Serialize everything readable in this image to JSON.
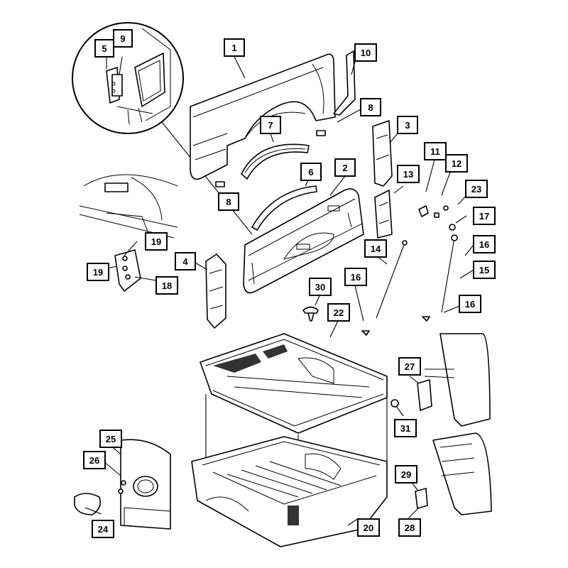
{
  "callouts": [
    {
      "id": "c1",
      "label": "1"
    },
    {
      "id": "c2",
      "label": "2"
    },
    {
      "id": "c3",
      "label": "3"
    },
    {
      "id": "c4",
      "label": "4"
    },
    {
      "id": "c5",
      "label": "5"
    },
    {
      "id": "c6",
      "label": "6"
    },
    {
      "id": "c7",
      "label": "7"
    },
    {
      "id": "c8a",
      "label": "8"
    },
    {
      "id": "c8b",
      "label": "8"
    },
    {
      "id": "c9",
      "label": "9"
    },
    {
      "id": "c10",
      "label": "10"
    },
    {
      "id": "c11",
      "label": "11"
    },
    {
      "id": "c12",
      "label": "12"
    },
    {
      "id": "c13",
      "label": "13"
    },
    {
      "id": "c14",
      "label": "14"
    },
    {
      "id": "c15",
      "label": "15"
    },
    {
      "id": "c16a",
      "label": "16"
    },
    {
      "id": "c16b",
      "label": "16"
    },
    {
      "id": "c16c",
      "label": "16"
    },
    {
      "id": "c17",
      "label": "17"
    },
    {
      "id": "c18",
      "label": "18"
    },
    {
      "id": "c19a",
      "label": "19"
    },
    {
      "id": "c19b",
      "label": "19"
    },
    {
      "id": "c20",
      "label": "20"
    },
    {
      "id": "c22",
      "label": "22"
    },
    {
      "id": "c23",
      "label": "23"
    },
    {
      "id": "c24",
      "label": "24"
    },
    {
      "id": "c25",
      "label": "25"
    },
    {
      "id": "c26",
      "label": "26"
    },
    {
      "id": "c27",
      "label": "27"
    },
    {
      "id": "c28",
      "label": "28"
    },
    {
      "id": "c29",
      "label": "29"
    },
    {
      "id": "c30",
      "label": "30"
    },
    {
      "id": "c31",
      "label": "31"
    }
  ]
}
